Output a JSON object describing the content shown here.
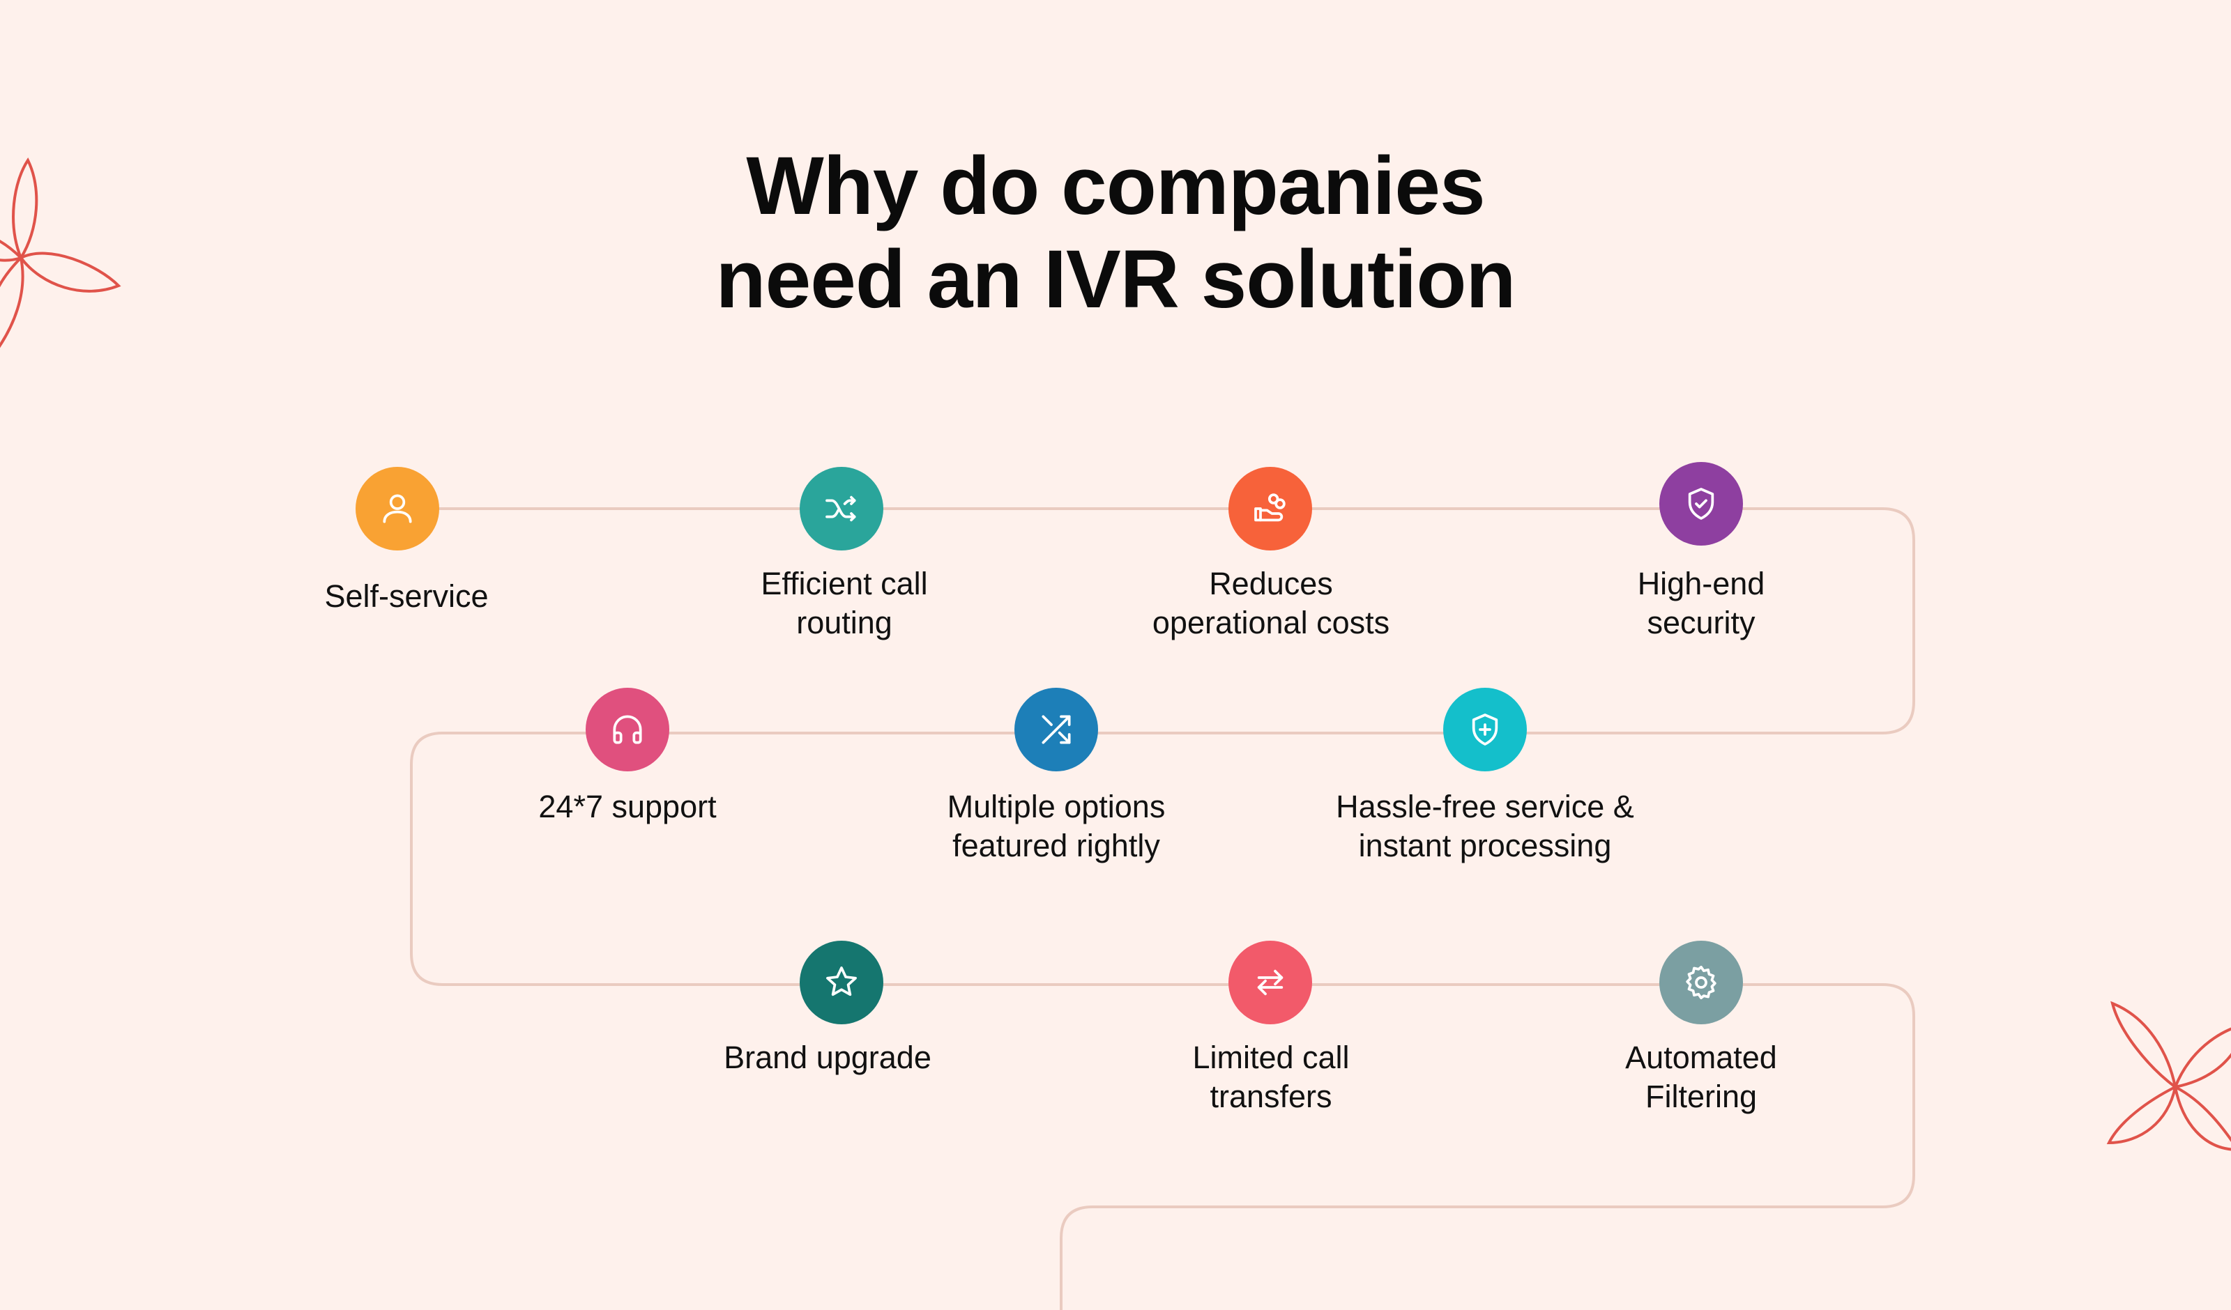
{
  "title": {
    "line1": "Why do companies",
    "line2": "need an IVR solution"
  },
  "colors": {
    "background": "#FEF1EC",
    "connector": "#EACBC0",
    "flower": "#E0534A"
  },
  "steps": [
    {
      "icon": "user-icon",
      "color": "#F9A233",
      "line1": "Self-service",
      "line2": ""
    },
    {
      "icon": "shuffle-icon",
      "color": "#2AA59B",
      "line1": "Efficient call",
      "line2": "routing"
    },
    {
      "icon": "money-hand-icon",
      "color": "#F7623A",
      "line1": "Reduces",
      "line2": "operational costs"
    },
    {
      "icon": "shield-check-icon",
      "color": "#8E3FA0",
      "line1": "High-end",
      "line2": "security"
    },
    {
      "icon": "headphones-icon",
      "color": "#E0507E",
      "line1": "24*7 support",
      "line2": ""
    },
    {
      "icon": "split-arrows-icon",
      "color": "#1D7FB8",
      "line1": "Multiple options",
      "line2": "featured rightly"
    },
    {
      "icon": "shield-plus-icon",
      "color": "#14BFCB",
      "line1": "Hassle-free service &",
      "line2": "instant processing"
    },
    {
      "icon": "star-icon",
      "color": "#15766F",
      "line1": "Brand upgrade",
      "line2": ""
    },
    {
      "icon": "transfer-icon",
      "color": "#F25A6A",
      "line1": "Limited call",
      "line2": "transfers"
    },
    {
      "icon": "gear-icon",
      "color": "#7B9FA2",
      "line1": "Automated",
      "line2": "Filtering"
    }
  ]
}
